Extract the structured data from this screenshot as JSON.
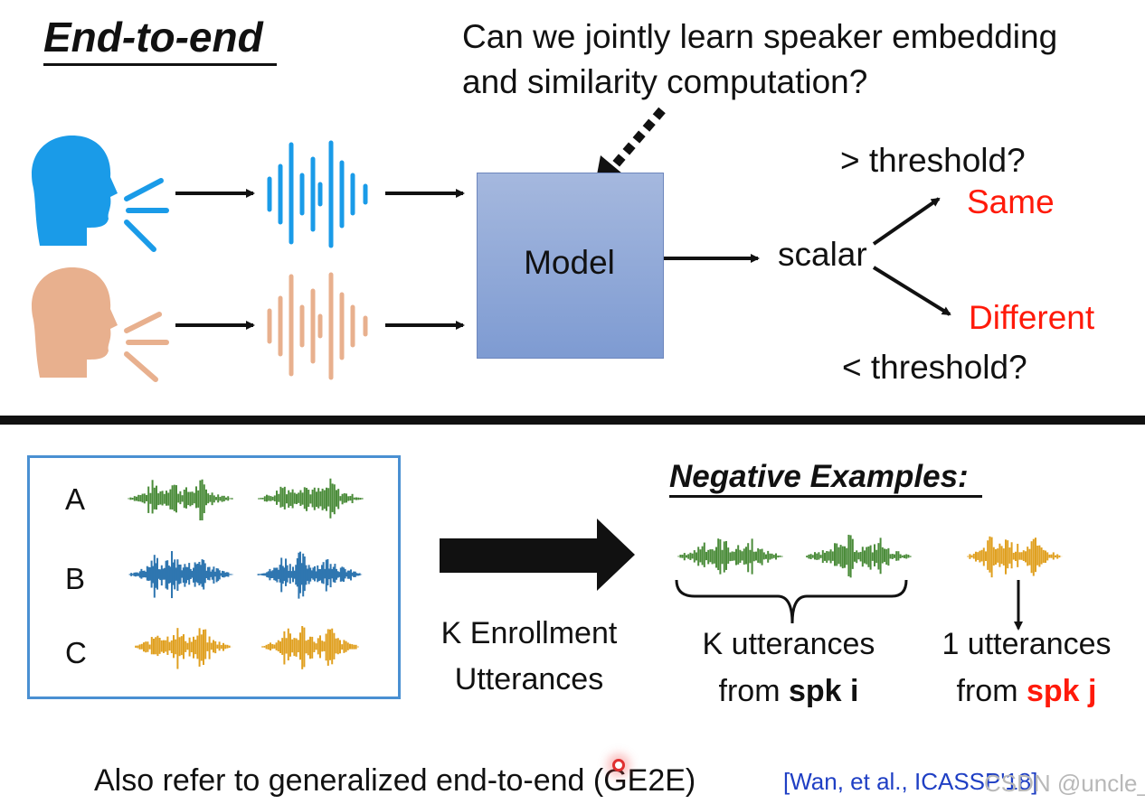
{
  "header": {
    "title": "End-to-end",
    "question_line1": "Can we jointly learn speaker embedding",
    "question_line2": "and similarity computation?"
  },
  "pipeline": {
    "model_label": "Model",
    "output_label": "scalar",
    "upper_condition": "> threshold?",
    "upper_result": "Same",
    "lower_condition": "< threshold?",
    "lower_result": "Different"
  },
  "enrollment": {
    "speakers": [
      "A",
      "B",
      "C"
    ],
    "arrow_label_line1": "K Enrollment",
    "arrow_label_line2": "Utterances"
  },
  "negative": {
    "title": "Negative Examples:",
    "left_line1": "K utterances",
    "left_line2_prefix": "from ",
    "left_line2_bold": "spk i",
    "right_line1": "1 utterances",
    "right_line2_prefix": "from ",
    "right_line2_bold": "spk j"
  },
  "footer": {
    "text": "Also refer to generalized end-to-end (GE2E)",
    "citation": "[Wan, et al., ICASSP'18]",
    "watermark": "CSDN @uncle_ll"
  },
  "colors": {
    "speaker_blue": "#1a9be8",
    "speaker_peach": "#e8b08e",
    "wave_green": "#4b8c3a",
    "wave_blue": "#2f76b0",
    "wave_orange": "#e0a020",
    "result_red": "#ff1a0a",
    "box_border": "#4a90d2"
  },
  "icons": [
    "speaking-head-icon",
    "sound-wave-icon",
    "audio-waveform-icon",
    "arrow-icon"
  ]
}
